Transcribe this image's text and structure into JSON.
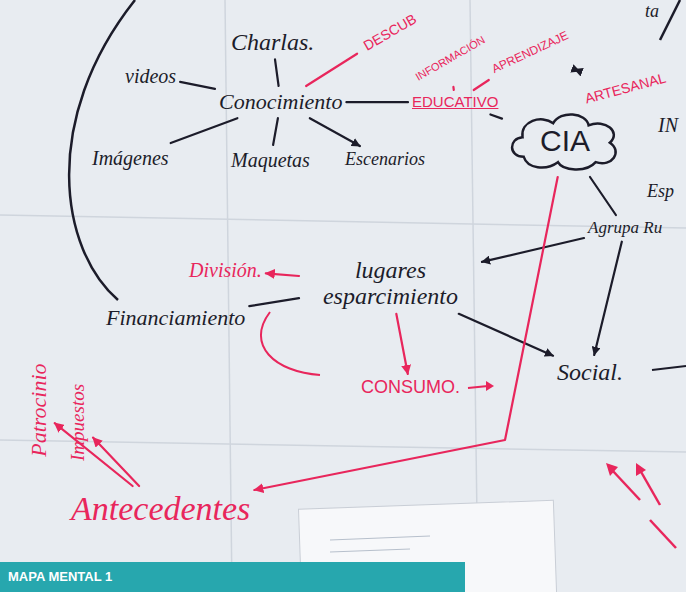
{
  "diagram": {
    "caption": "MAPA MENTAL 1",
    "nodes": [
      {
        "text": [
          "Charlas."
        ]
      },
      {
        "text": [
          "videos"
        ]
      },
      {
        "text": [
          "Conocimiento"
        ]
      },
      {
        "text": [
          "DESCUB"
        ]
      },
      {
        "text": [
          "INFORMACIÓN"
        ]
      },
      {
        "text": [
          "APRENDIZAJE"
        ]
      },
      {
        "text": [
          "ARTESANAL"
        ]
      },
      {
        "text": [
          "EDUCATIVO"
        ]
      },
      {
        "text": [
          "Imágenes"
        ]
      },
      {
        "text": [
          "Maquetas"
        ]
      },
      {
        "text": [
          "Escenarios"
        ]
      },
      {
        "text": [
          "CIA"
        ]
      },
      {
        "text": [
          "Agrupa Ru"
        ]
      },
      {
        "text": [
          "División."
        ]
      },
      {
        "text": [
          "lugares esparcimiento"
        ]
      },
      {
        "text": [
          "Financiamiento"
        ]
      },
      {
        "text": [
          "Social."
        ]
      },
      {
        "text": [
          "CONSUMO."
        ]
      },
      {
        "text": [
          "Patrocinio"
        ]
      },
      {
        "text": [
          "Impuestos"
        ]
      },
      {
        "text": [
          "Antecedentes"
        ]
      }
    ],
    "edges": [
      {
        "from": 2,
        "to": 0,
        "arrow": "none"
      },
      {
        "from": 2,
        "to": 1,
        "arrow": "none"
      },
      {
        "from": 2,
        "to": 8,
        "arrow": "none"
      },
      {
        "from": 2,
        "to": 9,
        "arrow": "none"
      },
      {
        "from": 2,
        "to": 10,
        "arrow": "to"
      },
      {
        "from": 2,
        "to": 7,
        "arrow": "none"
      },
      {
        "from": 7,
        "to": 11,
        "arrow": "none"
      },
      {
        "from": 2,
        "to": 3,
        "arrow": "none"
      },
      {
        "from": 7,
        "to": 4,
        "arrow": "none"
      },
      {
        "from": 7,
        "to": 5,
        "arrow": "none"
      },
      {
        "from": 5,
        "to": 6,
        "arrow": "both"
      },
      {
        "from": 11,
        "to": 12,
        "arrow": "none"
      },
      {
        "from": 12,
        "to": 14,
        "arrow": "to"
      },
      {
        "from": 12,
        "to": 16,
        "arrow": "to"
      },
      {
        "from": 14,
        "to": 13,
        "arrow": "to"
      },
      {
        "from": 14,
        "to": 15,
        "arrow": "none"
      },
      {
        "from": 14,
        "to": 16,
        "arrow": "to"
      },
      {
        "from": 14,
        "to": 17,
        "arrow": "to"
      },
      {
        "from": 11,
        "to": 20,
        "arrow": "to"
      },
      {
        "from": 20,
        "to": 18,
        "arrow": "to"
      },
      {
        "from": 20,
        "to": 19,
        "arrow": "to"
      }
    ],
    "labels": [
      "ta",
      "IN",
      "Esp"
    ]
  }
}
